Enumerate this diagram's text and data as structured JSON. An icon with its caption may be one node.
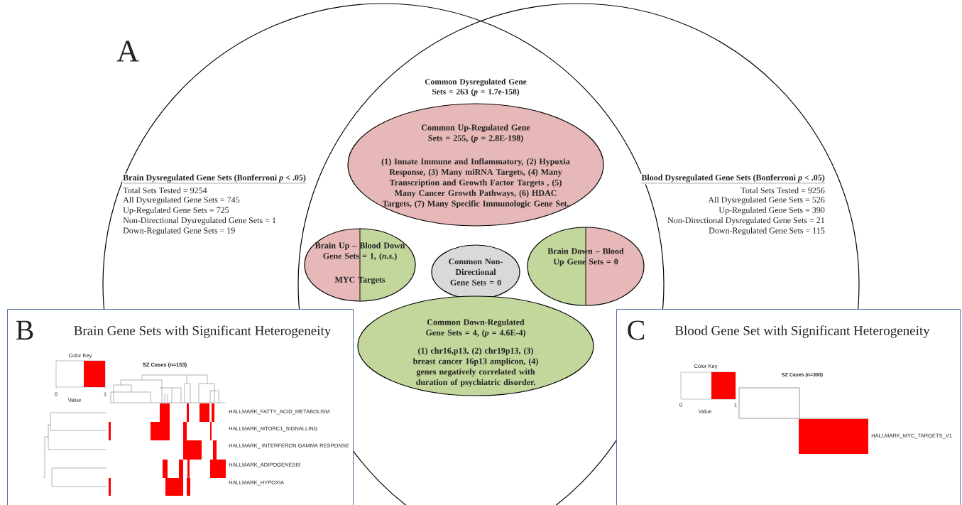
{
  "diagram": {
    "nodes": [
      {
        "text": [
          "Brain Dysregulated Gene Sets (Bonferroni *p* < .05)",
          "Total Sets Tested = 9254",
          "All Dysregulated Gene Sets  = 745",
          "Up-Regulated Gene Sets = 725",
          "Non-Directional  Dysregulated Gene Sets = 1",
          "Down-Regulated Gene Sets = 19"
        ]
      },
      {
        "text": [
          "Blood Dysregulated Gene Sets (Bonferroni *p* < .05)",
          "Total Sets Tested = 9256",
          "All Dysregulated Gene Sets  = 526",
          "Up-Regulated Gene Sets = 390",
          "Non-Directional  Dysregulated Gene Sets = 21",
          "Down-Regulated Gene Sets = 115"
        ]
      },
      {
        "text": [
          "Common Up-Regulated Gene Sets = 255, (*p* = 2.8E-198)",
          "(1) Innate Immune and Inflammatory, (2)  Hypoxia Response,  (3)  Many miRNA Targets,  (4) Many Transcription and Growth Factor Targets , (5) Many Cancer Growth Pathways, (6) HDAC Targets, (7) Many Specific Immunologic Gene Set."
        ]
      },
      {
        "text": [
          "Brain Up – Blood Down Gene Sets = 1, (*n.s.*)",
          "MYC Targets"
        ]
      },
      {
        "text": [
          "Common Non-Directional Gene Sets = 0"
        ]
      },
      {
        "text": [
          "Brain Down – Blood Up Gene Sets = 0"
        ]
      },
      {
        "text": [
          "Common Down-Regulated Gene Sets = 4, (*p* = 4.6E-4)",
          "(1) chr16,p13, (2) chr19p13, (3) breast cancer 16p13 amplicon, (4) genes negatively correlated with duration of psychiatric disorder."
        ]
      },
      {
        "text": [
          "B",
          "Brain Gene Sets with Significant Heterogeneity"
        ]
      },
      {
        "text": [
          "C",
          "Blood Gene Set with Significant Heterogeneity"
        ]
      }
    ],
    "labels": [
      "A",
      "Common Dysregulated Gene Sets = 263 (*p* = 1.7e-158)",
      "Color Key",
      "0",
      "1",
      "Value",
      "SZ Cases (n=153)",
      "HALLMARK_FATTY_ACID_METABOLISM",
      "HALLMARK_MTORC1_SIGNALLING",
      "HALLMARK_ INTERFERON GAMMA RESPONSE",
      "HALLMARK_ADIPOGENESIS",
      "HALLMARK_HYPOXIA",
      "Color Key",
      "0",
      "1",
      "Value",
      "SZ Cases (n=300)",
      "HALLMARK_MYC_TARGETS_V1"
    ]
  }
}
